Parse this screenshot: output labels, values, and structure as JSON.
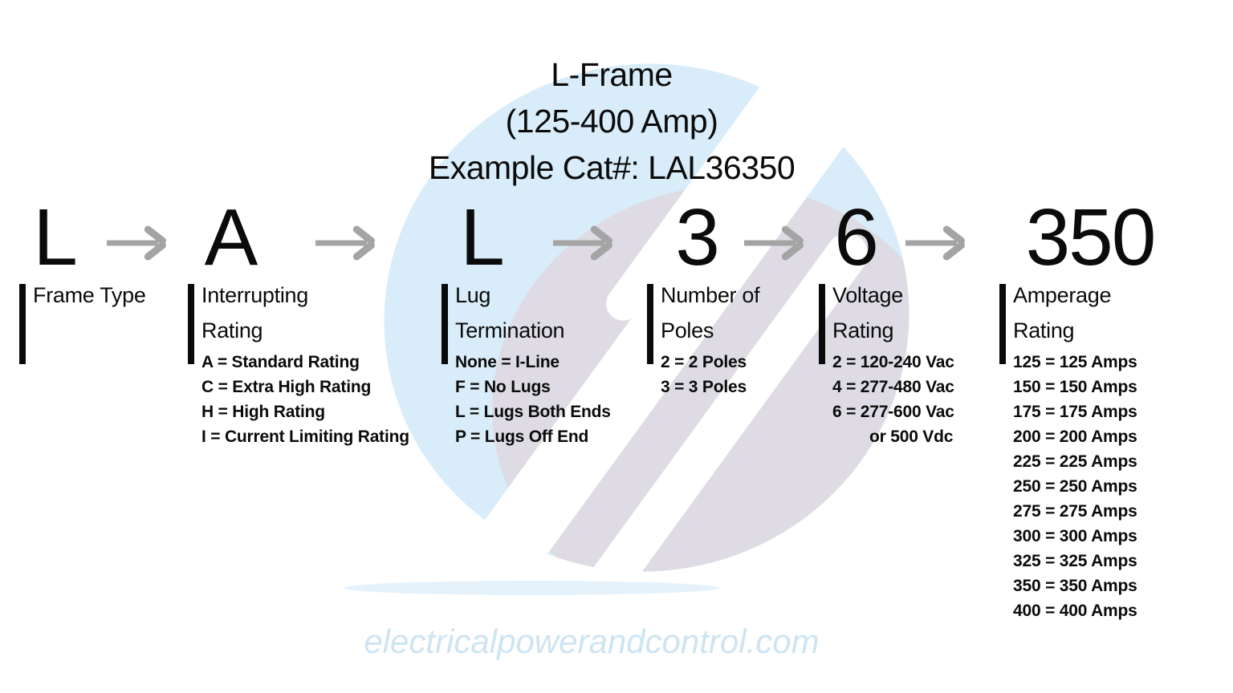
{
  "title": {
    "line1": "L-Frame",
    "line2": "(125-400 Amp)",
    "line3": "Example Cat#: LAL36350"
  },
  "sections": [
    {
      "code": "L",
      "header_lines": [
        "Frame Type"
      ],
      "legend": []
    },
    {
      "code": "A",
      "header_lines": [
        "Interrupting",
        "Rating"
      ],
      "legend": [
        "A = Standard Rating",
        "C = Extra High Rating",
        "H = High Rating",
        "I = Current Limiting Rating"
      ]
    },
    {
      "code": "L",
      "header_lines": [
        "Lug",
        "Termination"
      ],
      "legend": [
        "None = I-Line",
        "F = No Lugs",
        "L = Lugs Both Ends",
        "P = Lugs Off End"
      ]
    },
    {
      "code": "3",
      "header_lines": [
        "Number of",
        "Poles"
      ],
      "legend": [
        "2 = 2 Poles",
        "3 = 3 Poles"
      ]
    },
    {
      "code": "6",
      "header_lines": [
        "Voltage",
        "Rating"
      ],
      "legend": [
        "2 = 120-240 Vac",
        "4 = 277-480 Vac",
        "6 = 277-600 Vac",
        "or 500 Vdc"
      ]
    },
    {
      "code": "350",
      "header_lines": [
        "Amperage",
        "Rating"
      ],
      "legend": [
        "125 = 125 Amps",
        "150 = 150 Amps",
        "175 = 175 Amps",
        "200 = 200 Amps",
        "225 = 225 Amps",
        "250 = 250 Amps",
        "275 = 275 Amps",
        "300 = 300 Amps",
        "325 = 325 Amps",
        "350 = 350 Amps",
        "400 = 400 Amps"
      ]
    }
  ],
  "footer": {
    "website": "electricalpowerandcontrol.com"
  },
  "colors": {
    "text": "#0b0b0b",
    "arrow": "#a4a4a4",
    "logo_blue": "#d8ecf9",
    "logo_gray": "#dedbe4",
    "footer_text": "#cde4f2"
  }
}
